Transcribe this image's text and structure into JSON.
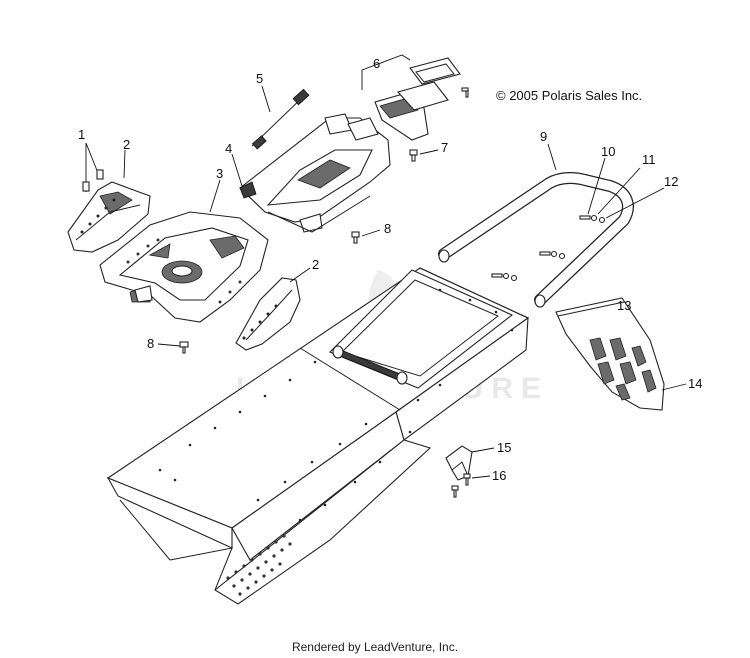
{
  "copyright": "© 2005 Polaris Sales Inc.",
  "footer": "Rendered by LeadVenture, Inc.",
  "watermark": "LEADVENTURE",
  "callouts": [
    {
      "id": "1",
      "label": "1"
    },
    {
      "id": "2a",
      "label": "2"
    },
    {
      "id": "2b",
      "label": "2"
    },
    {
      "id": "3",
      "label": "3"
    },
    {
      "id": "4",
      "label": "4"
    },
    {
      "id": "5",
      "label": "5"
    },
    {
      "id": "6",
      "label": "6"
    },
    {
      "id": "7",
      "label": "7"
    },
    {
      "id": "8a",
      "label": "8"
    },
    {
      "id": "8b",
      "label": "8"
    },
    {
      "id": "9",
      "label": "9"
    },
    {
      "id": "10",
      "label": "10"
    },
    {
      "id": "11",
      "label": "11"
    },
    {
      "id": "12",
      "label": "12"
    },
    {
      "id": "13",
      "label": "13"
    },
    {
      "id": "14",
      "label": "14"
    },
    {
      "id": "15",
      "label": "15"
    },
    {
      "id": "16",
      "label": "16"
    }
  ]
}
